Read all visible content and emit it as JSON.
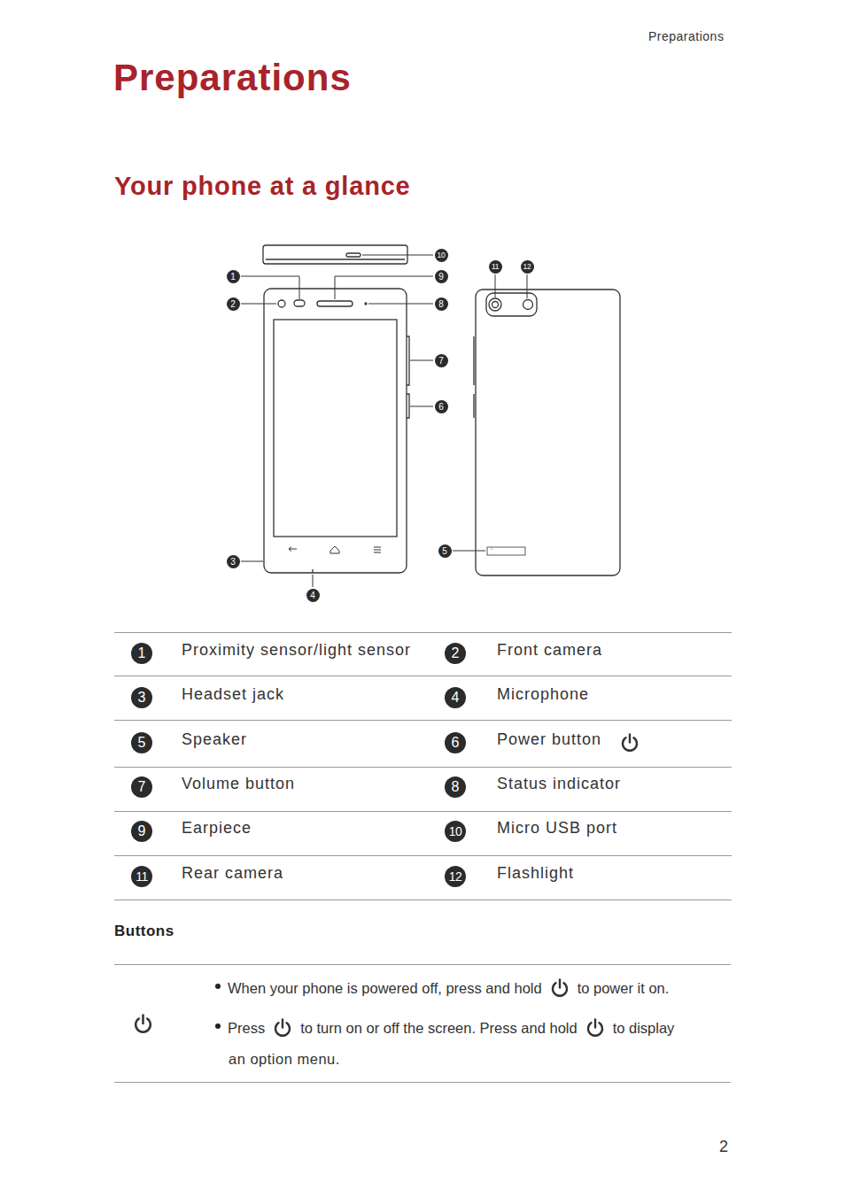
{
  "diagram": {
    "title": "Preparations",
    "labels": [
      "Preparations",
      "Your phone at a glance",
      "1",
      "2",
      "3",
      "4",
      "5",
      "6",
      "7",
      "8",
      "9",
      "10",
      "11",
      "12",
      "1",
      "Proximity sensor/light sensor",
      "2",
      "Front camera",
      "3",
      "Headset jack",
      "4",
      "Microphone",
      "5",
      "Speaker",
      "6",
      "Power button",
      "7",
      "Volume button",
      "8",
      "Status indicator",
      "9",
      "Earpiece",
      "10",
      "Micro USB port",
      "11",
      "Rear camera",
      "12",
      "Flashlight",
      "Buttons",
      "When your phone is powered off, press and hold",
      "to power it on.",
      "Press",
      "to turn on or off the screen. Press and hold",
      "to display",
      "an option menu.",
      "2"
    ]
  }
}
